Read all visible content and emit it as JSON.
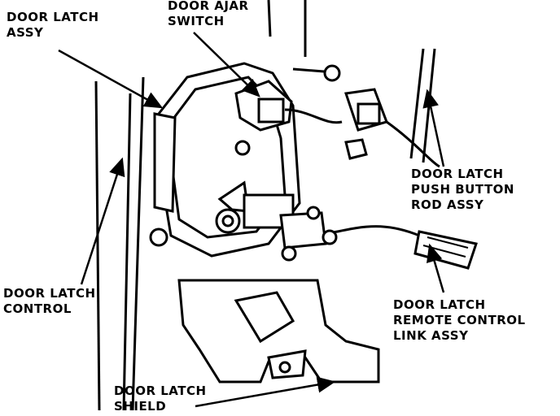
{
  "labels": {
    "door_latch_assy": [
      "DOOR LATCH",
      "ASSY"
    ],
    "door_ajar_switch": [
      "DOOR AJAR",
      "SWITCH"
    ],
    "push_button_rod": [
      "DOOR LATCH",
      "PUSH BUTTON",
      "ROD ASSY"
    ],
    "latch_control": [
      "DOOR LATCH",
      "CONTROL"
    ],
    "remote_control_link": [
      "DOOR LATCH",
      "REMOTE CONTROL",
      "LINK ASSY"
    ],
    "latch_shield": [
      "DOOR LATCH",
      "SHIELD"
    ]
  },
  "colors": {
    "ink": "#000000",
    "paper": "#ffffff"
  }
}
